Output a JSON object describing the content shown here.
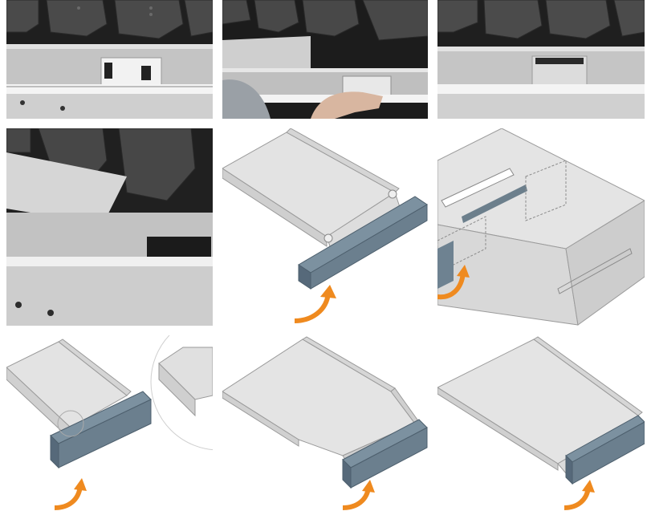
{
  "grid": {
    "rows": 3,
    "cols": 3,
    "tiles": [
      {
        "kind": "photo",
        "subject": "segmented-upper-tools-and-lower-die-rail"
      },
      {
        "kind": "photo",
        "subject": "hand-inserting-clamp-segment"
      },
      {
        "kind": "photo",
        "subject": "segmented-tools-gap-closed"
      },
      {
        "kind": "photo",
        "subject": "sheet-over-segmented-tools-closeup"
      },
      {
        "kind": "diagram",
        "subject": "tray-with-hinged-flange-and-die-block"
      },
      {
        "kind": "diagram",
        "subject": "box-with-slots-and-dashed-tool-outline"
      },
      {
        "kind": "diagram",
        "subject": "tray-flange-with-corner-zoom-circle"
      },
      {
        "kind": "diagram",
        "subject": "tapered-tray-with-die-block"
      },
      {
        "kind": "diagram",
        "subject": "shallow-tray-with-die-block"
      }
    ]
  },
  "colors": {
    "sheet_light": "#e3e3e3",
    "sheet_mid": "#cfcfcf",
    "sheet_dark": "#b5b5b5",
    "tool_blue": "#6f8493",
    "tool_blue_dark": "#56697a",
    "arrow_orange": "#ef8a1f",
    "photo_dark": "#2a2a2a",
    "photo_steel": "#bdbdbd"
  },
  "icons": {
    "rotation_arrow": "curved-arrow-icon",
    "zoom_circle": "magnify-circle-icon"
  }
}
